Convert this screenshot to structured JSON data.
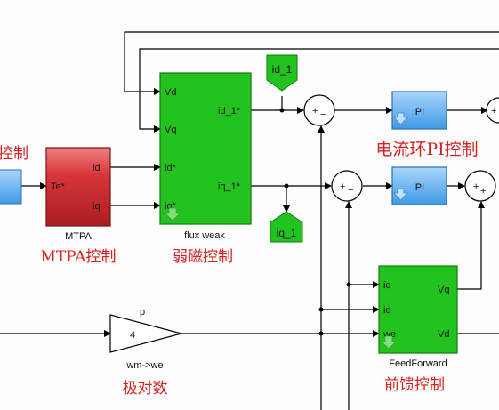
{
  "blocks": {
    "mtpa": {
      "ports_in": [
        "Te*"
      ],
      "ports_out": [
        "id",
        "iq"
      ],
      "name": "MTPA"
    },
    "flux_weak": {
      "ports_in": [
        "Vd",
        "Vq",
        "id*",
        "iq*"
      ],
      "ports_out": [
        "id_1*",
        "iq_1*"
      ],
      "name": "flux weak"
    },
    "pi_top": {
      "label": "PI"
    },
    "pi_bottom": {
      "label": "PI"
    },
    "sum_top": {
      "signs": "+ −"
    },
    "sum_mid": {
      "signs": "+ −"
    },
    "sum_right_top": {
      "signs": "+"
    },
    "sum_right_bottom": {
      "signs": "+ +"
    },
    "gain": {
      "value": "4",
      "param": "p",
      "name": "wm->we"
    },
    "feedforward": {
      "ports_in": [
        "iq",
        "id",
        "we"
      ],
      "ports_out": [
        "Vq",
        "Vd"
      ],
      "name": "FeedForward"
    },
    "goto_id": {
      "label": "id_1"
    },
    "goto_iq": {
      "label": "iq_1"
    }
  },
  "annotations": {
    "left_cut": "控制",
    "mtpa_cn": "MTPA控制",
    "flux_cn": "弱磁控制",
    "current_loop_cn": "电流环PI控制",
    "pole_pairs_cn": "极对数",
    "feedforward_cn": "前馈控制"
  },
  "colors": {
    "mtpa_fill": "#d9353a",
    "green_fill": "#22c21f",
    "blue_fill": "#5aaef0",
    "annotation": "#d42020"
  }
}
